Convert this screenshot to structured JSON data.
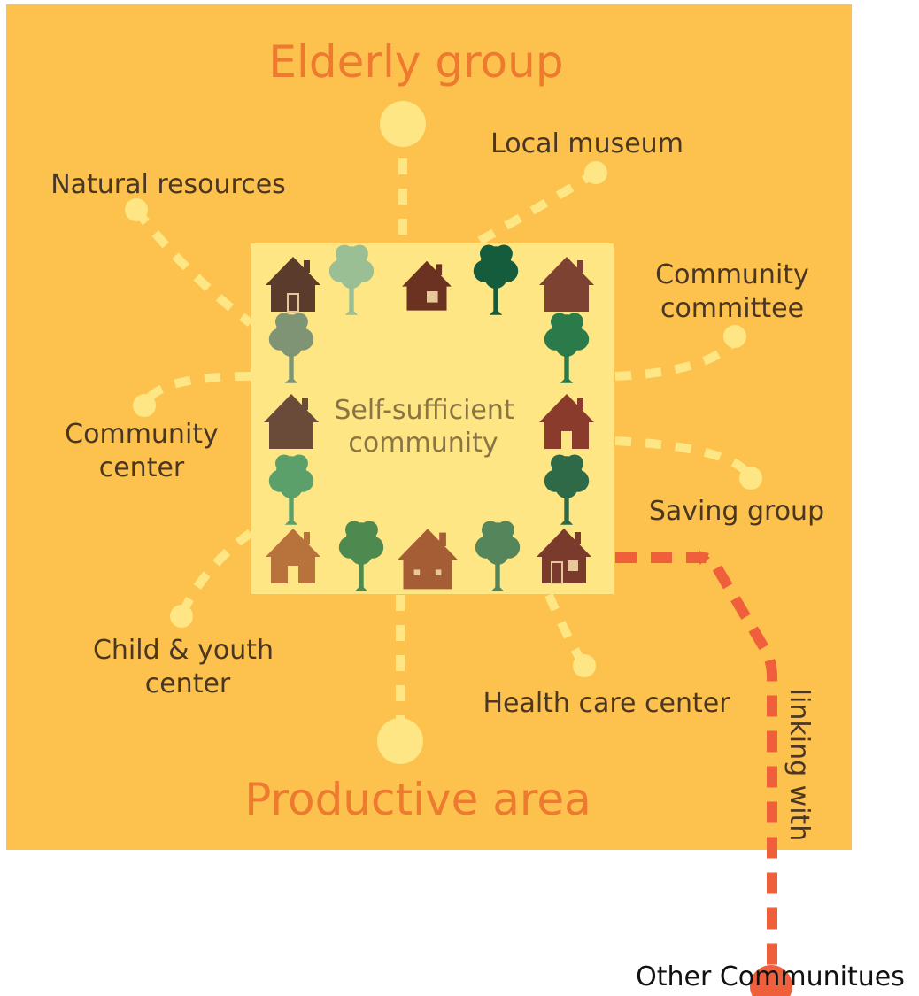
{
  "colors": {
    "outer_background": "#fcc24d",
    "center_square": "#fde683",
    "node": "#fde683",
    "connector": "#fde683",
    "external_link": "#ef5f3c",
    "big_label": "#ee7a2f",
    "label": "#4a3622"
  },
  "diagram": {
    "top_label": "Elderly group",
    "bottom_label": "Productive area",
    "center_label_line1": "Self-sufficient",
    "center_label_line2": "community",
    "link_label": "linking with",
    "external_label": "Other Communitues",
    "nodes": {
      "local_museum": "Local museum",
      "natural_resources": "Natural resources",
      "community_committee_line1": "Community",
      "community_committee_line2": "committee",
      "community_center_line1": "Community",
      "community_center_line2": "center",
      "saving_group": "Saving group",
      "child_youth_line1": "Child & youth",
      "child_youth_line2": "center",
      "health_care": "Health care center"
    }
  },
  "icons": [
    "house-icon",
    "tree-icon",
    "house-icon",
    "tree-icon",
    "house-icon",
    "tree-icon",
    "tree-icon",
    "house-icon",
    "house-icon",
    "tree-icon",
    "tree-icon",
    "house-icon",
    "tree-icon",
    "house-icon",
    "tree-icon",
    "house-icon"
  ]
}
